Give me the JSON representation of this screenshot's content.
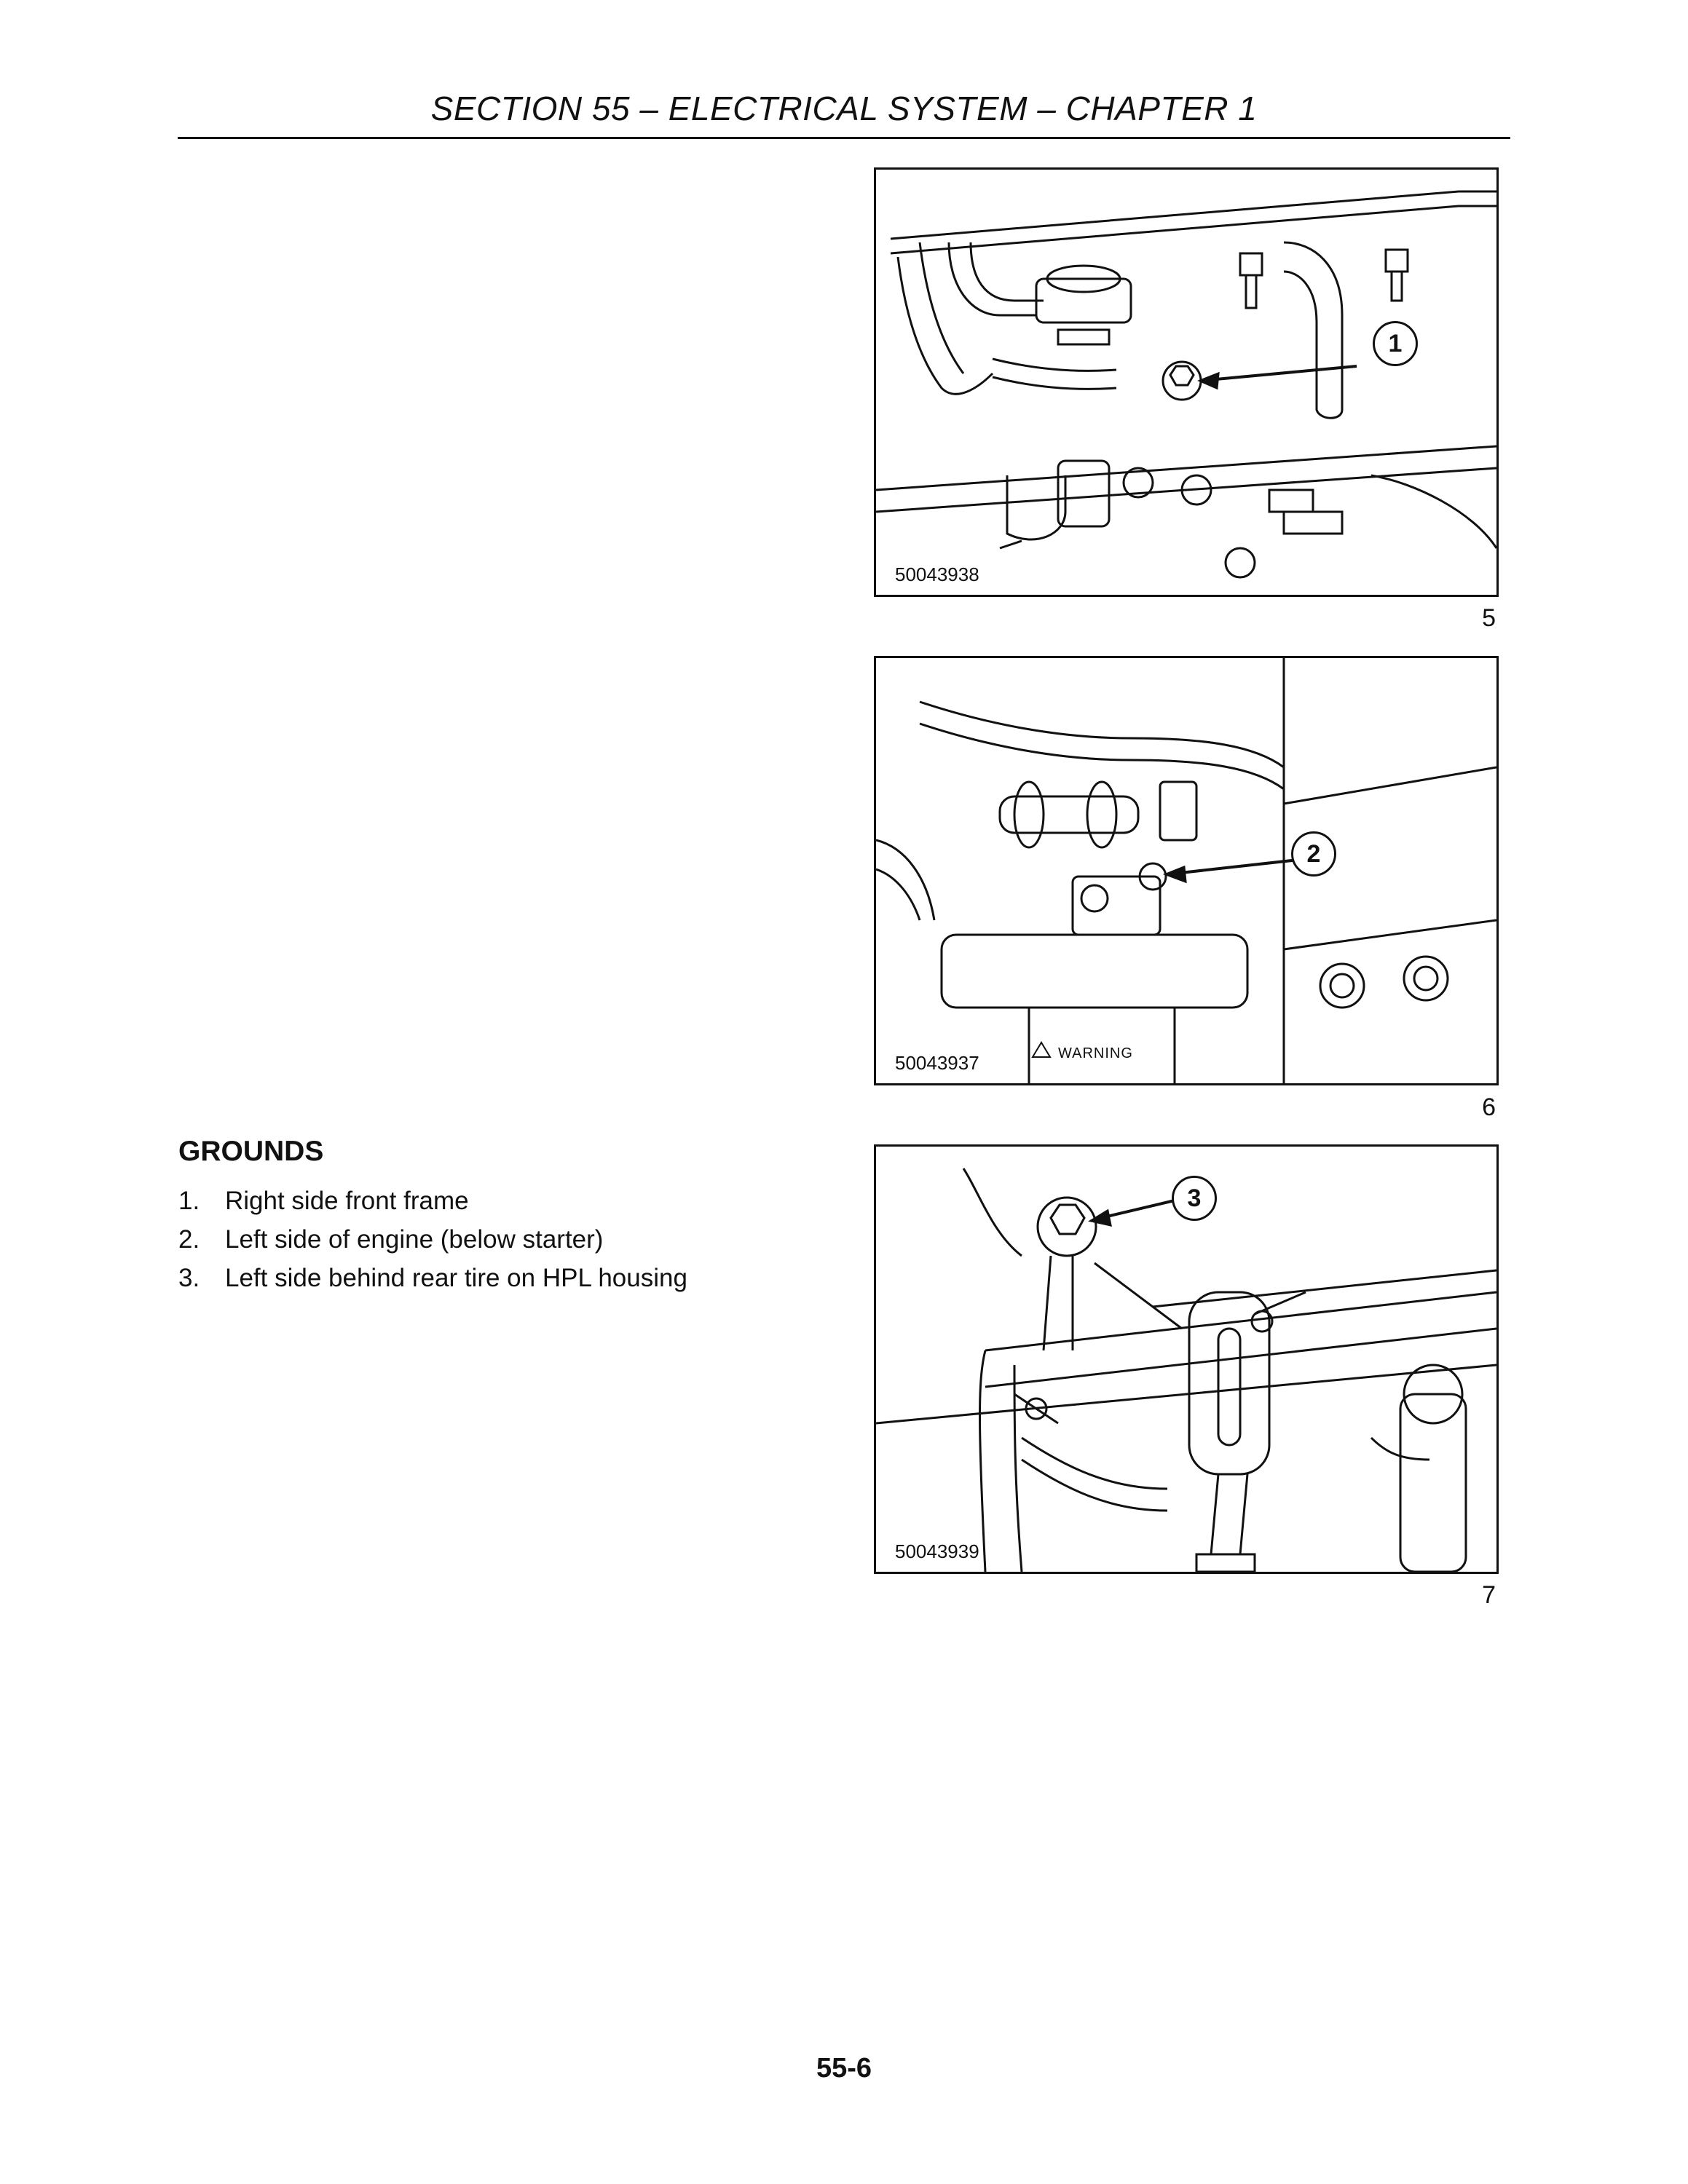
{
  "header": {
    "title": "SECTION 55 – ELECTRICAL SYSTEM – CHAPTER 1"
  },
  "figures": [
    {
      "id": "50043938",
      "number": "5",
      "callout": "1"
    },
    {
      "id": "50043937",
      "number": "6",
      "callout": "2",
      "warning_label": "WARNING"
    },
    {
      "id": "50043939",
      "number": "7",
      "callout": "3"
    }
  ],
  "grounds": {
    "heading": "GROUNDS",
    "items": [
      {
        "num": "1.",
        "text": "Right side front frame"
      },
      {
        "num": "2.",
        "text": "Left side of engine (below starter)"
      },
      {
        "num": "3.",
        "text": "Left side behind rear tire on HPL housing"
      }
    ]
  },
  "footer": {
    "page_number": "55-6"
  }
}
